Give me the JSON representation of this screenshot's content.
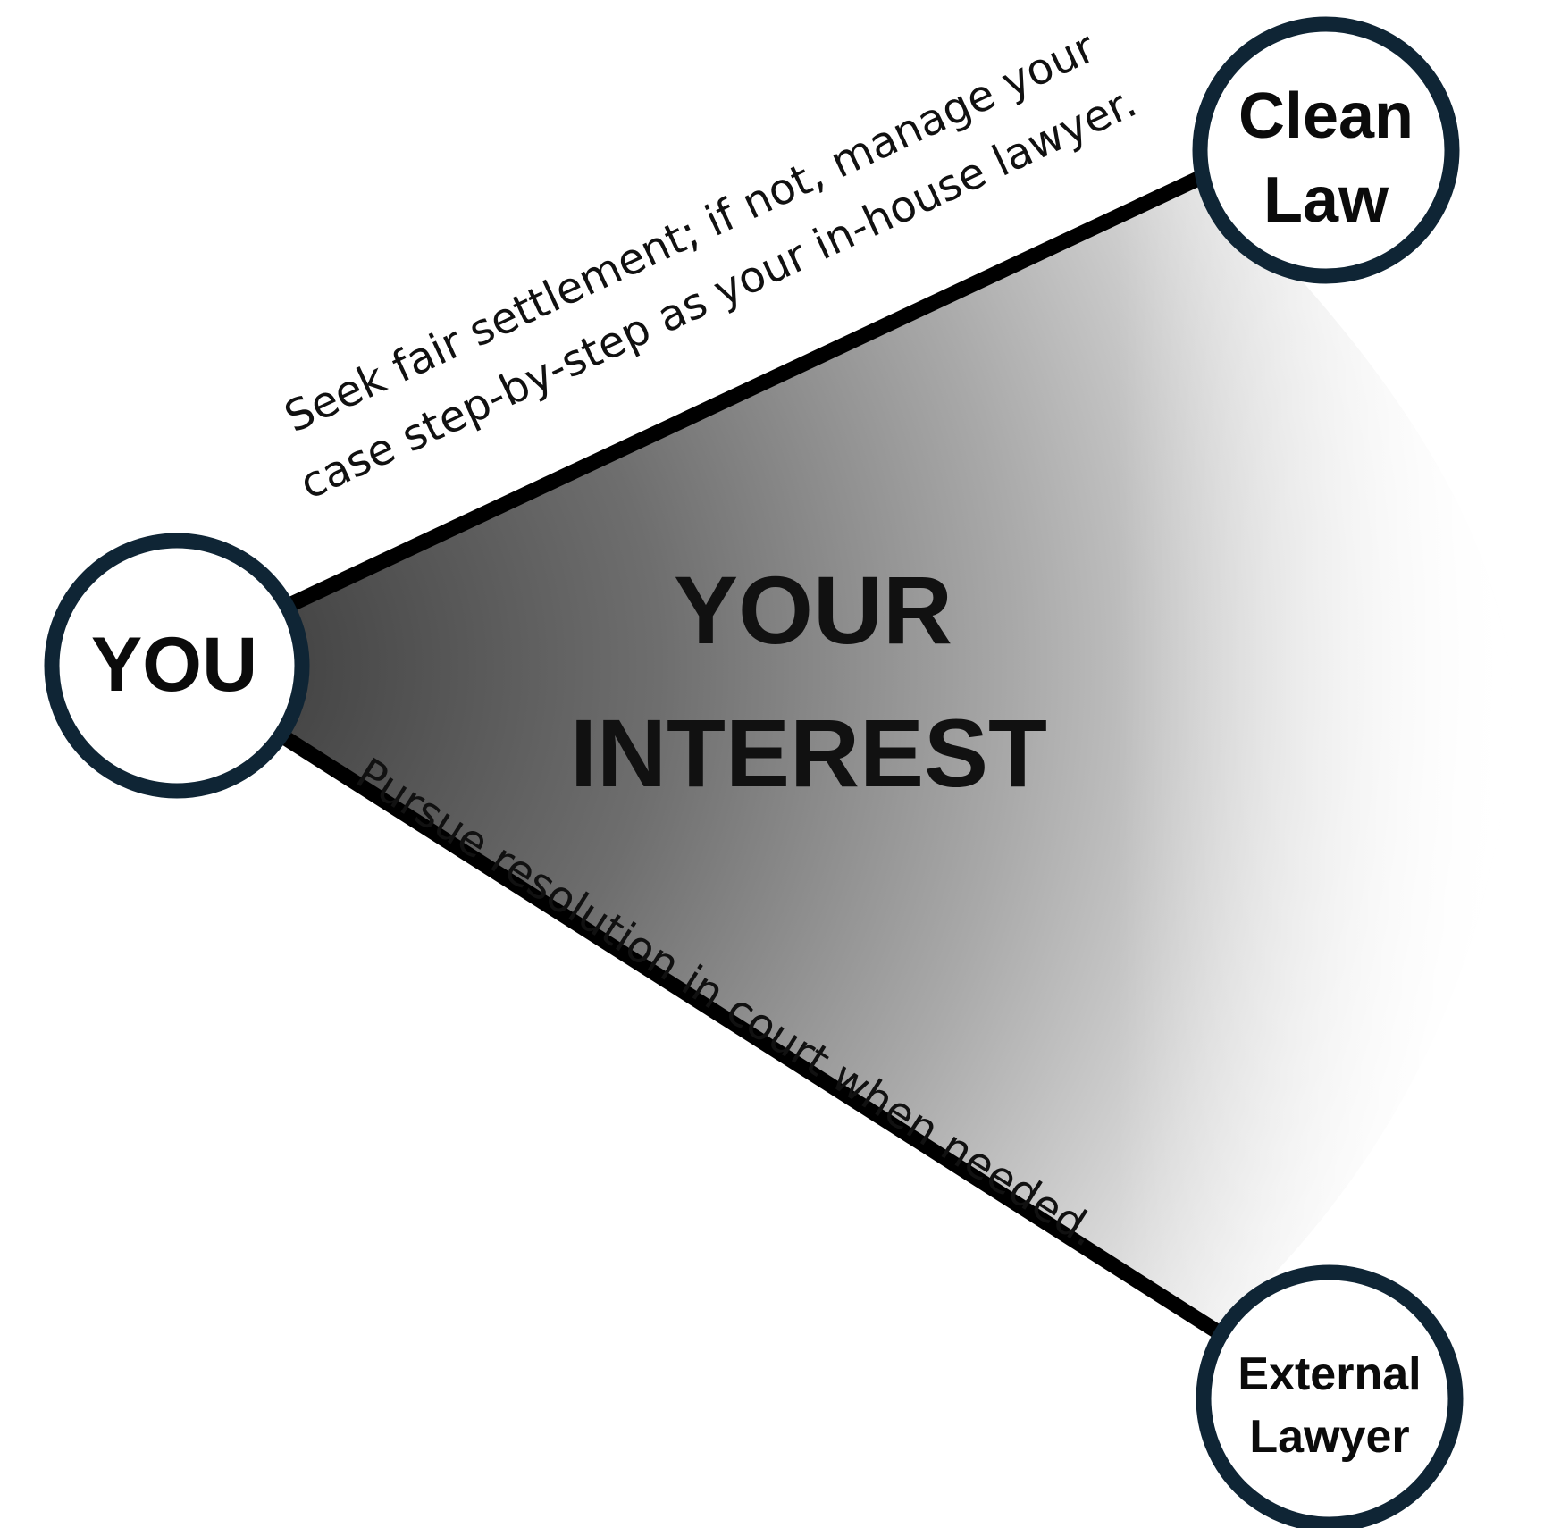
{
  "nodes": {
    "you": {
      "label": "YOU"
    },
    "clean_law": {
      "line1": "Clean",
      "line2": "Law"
    },
    "external_lawyer": {
      "line1": "External",
      "line2": "Lawyer"
    }
  },
  "center": {
    "line1": "YOUR",
    "line2": "INTEREST"
  },
  "edges": {
    "upper": {
      "line1": "Seek fair settlement; if not, manage your",
      "line2": "case step-by-step as your in-house lawyer."
    },
    "lower": {
      "label": "Pursue resolution in court when needed."
    }
  },
  "colors": {
    "node_border": "#0f2535",
    "edge_line": "#000000",
    "gradient_dark": "#3a3a3a",
    "gradient_light": "#ffffff",
    "text": "#111111"
  }
}
